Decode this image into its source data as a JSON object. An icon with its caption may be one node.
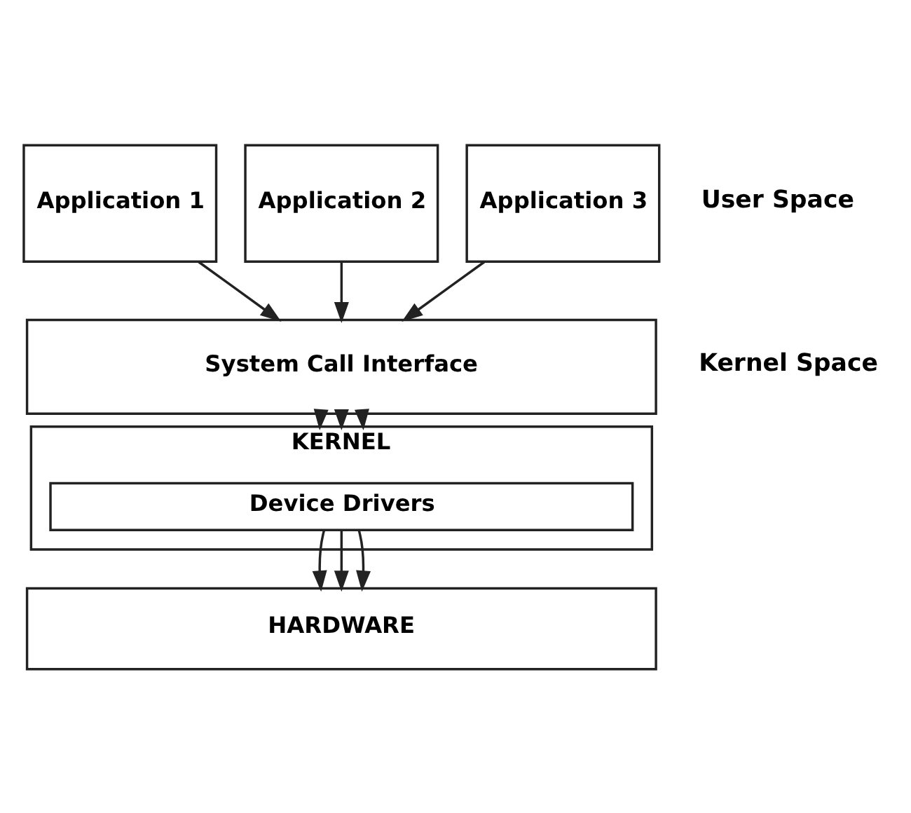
{
  "diagram": {
    "nodes": [
      {
        "text": [
          "Application 1"
        ]
      },
      {
        "text": [
          "Application 2"
        ]
      },
      {
        "text": [
          "Application 3"
        ]
      },
      {
        "text": [
          "System Call Interface"
        ]
      },
      {
        "text": [
          "KERNEL"
        ]
      },
      {
        "text": [
          "Device Drivers"
        ],
        "in": 4
      },
      {
        "text": [
          "HARDWARE"
        ]
      }
    ],
    "edges": [
      {
        "from": 0,
        "to": 3,
        "arrow": "to"
      },
      {
        "from": 1,
        "to": 3,
        "arrow": "to"
      },
      {
        "from": 2,
        "to": 3,
        "arrow": "to"
      },
      {
        "from": 3,
        "to": 4,
        "arrow": "to"
      },
      {
        "from": 3,
        "to": 4,
        "arrow": "to"
      },
      {
        "from": 3,
        "to": 4,
        "arrow": "to"
      },
      {
        "from": 5,
        "to": 6,
        "arrow": "to"
      },
      {
        "from": 5,
        "to": 6,
        "arrow": "to"
      },
      {
        "from": 5,
        "to": 6,
        "arrow": "to"
      }
    ],
    "labels": [
      "User Space",
      "Kernel Space"
    ]
  }
}
